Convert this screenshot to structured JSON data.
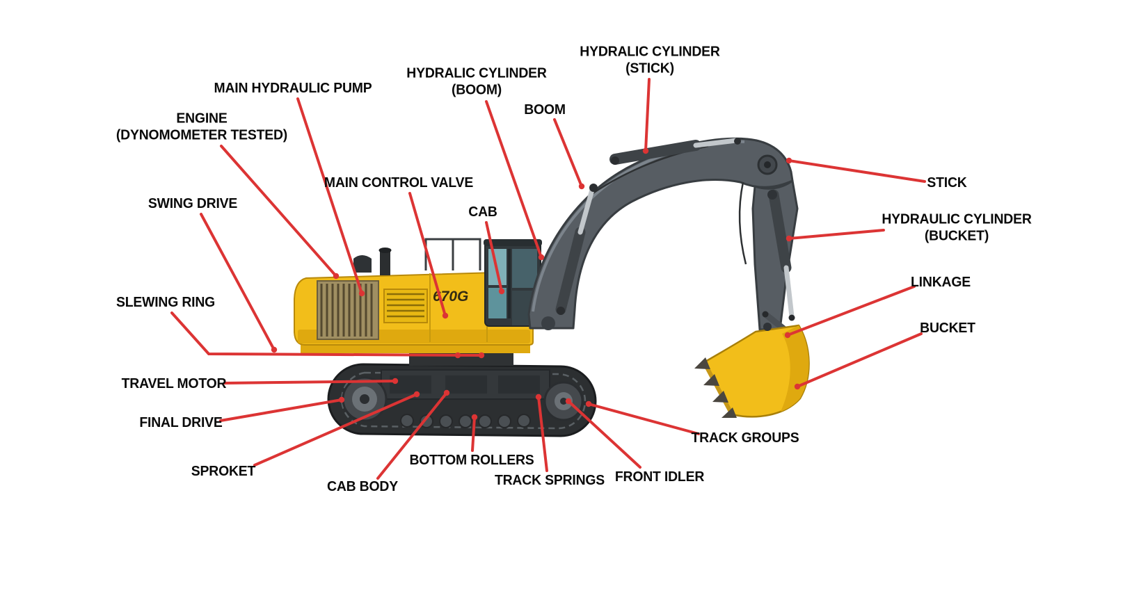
{
  "theme": {
    "label-red": "#DC3434",
    "machine-yellow": "#F2BE1A",
    "machine-yellow-shade": "#DFA90F",
    "arm-gray": "#575D63",
    "track-dark": "#2C2F31",
    "text-black": "#0A0A0A"
  },
  "machine": {
    "model_text": "670G"
  },
  "labels": [
    {
      "id": "hydraulic-cylinder-stick",
      "text": "HYDRALIC CYLINDER\n(STICK)"
    },
    {
      "id": "hydraulic-cylinder-boom",
      "text": "HYDRALIC CYLINDER\n(BOOM)"
    },
    {
      "id": "boom",
      "text": "BOOM"
    },
    {
      "id": "main-hydraulic-pump",
      "text": "MAIN HYDRAULIC PUMP"
    },
    {
      "id": "engine",
      "text": "ENGINE\n(DYNOMOMETER TESTED)"
    },
    {
      "id": "main-control-valve",
      "text": "MAIN CONTROL VALVE"
    },
    {
      "id": "cab",
      "text": "CAB"
    },
    {
      "id": "swing-drive",
      "text": "SWING DRIVE"
    },
    {
      "id": "slewing-ring",
      "text": "SLEWING RING"
    },
    {
      "id": "travel-motor",
      "text": "TRAVEL MOTOR"
    },
    {
      "id": "final-drive",
      "text": "FINAL DRIVE"
    },
    {
      "id": "sproket",
      "text": "SPROKET"
    },
    {
      "id": "cab-body",
      "text": "CAB BODY"
    },
    {
      "id": "bottom-rollers",
      "text": "BOTTOM ROLLERS"
    },
    {
      "id": "track-springs",
      "text": "TRACK SPRINGS"
    },
    {
      "id": "front-idler",
      "text": "FRONT IDLER"
    },
    {
      "id": "track-groups",
      "text": "TRACK GROUPS"
    },
    {
      "id": "stick",
      "text": "STICK"
    },
    {
      "id": "hydraulic-cylinder-bucket",
      "text": "HYDRAULIC CYLINDER\n(BUCKET)"
    },
    {
      "id": "linkage",
      "text": "LINKAGE"
    },
    {
      "id": "bucket",
      "text": "BUCKET"
    }
  ]
}
